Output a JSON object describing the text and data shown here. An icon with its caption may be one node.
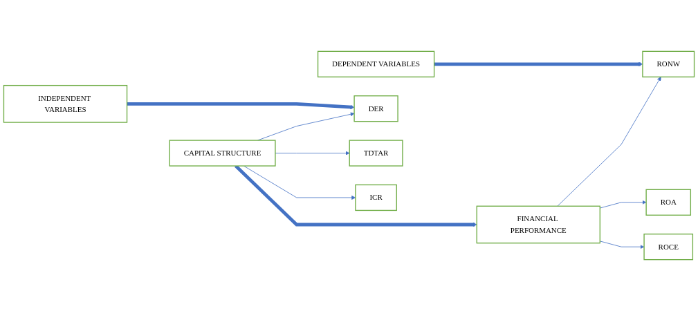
{
  "diagram": {
    "nodes": [
      {
        "text": [
          "INDEPENDENT VARIABLES"
        ]
      },
      {
        "text": [
          "DEPENDENT VARIABLES"
        ]
      },
      {
        "text": [
          "DER"
        ]
      },
      {
        "text": [
          "TDTAR"
        ]
      },
      {
        "text": [
          "ICR"
        ]
      },
      {
        "text": [
          "CAPITAL STRUCTURE"
        ]
      },
      {
        "text": [
          "FINANCIAL PERFORMANCE"
        ]
      },
      {
        "text": [
          "RONW"
        ]
      },
      {
        "text": [
          "ROA"
        ]
      },
      {
        "text": [
          "ROCE"
        ]
      }
    ],
    "edges": [
      {
        "from": 0,
        "to": 2,
        "arrow": "to",
        "style": "thick"
      },
      {
        "from": 1,
        "to": 7,
        "arrow": "to",
        "style": "thick"
      },
      {
        "from": 5,
        "to": 2,
        "arrow": "to"
      },
      {
        "from": 5,
        "to": 3,
        "arrow": "to"
      },
      {
        "from": 5,
        "to": 4,
        "arrow": "to"
      },
      {
        "from": 5,
        "to": 6,
        "arrow": "to",
        "style": "thick"
      },
      {
        "from": 6,
        "to": 7,
        "arrow": "to"
      },
      {
        "from": 6,
        "to": 8,
        "arrow": "to"
      },
      {
        "from": 6,
        "to": 9,
        "arrow": "to"
      }
    ]
  }
}
